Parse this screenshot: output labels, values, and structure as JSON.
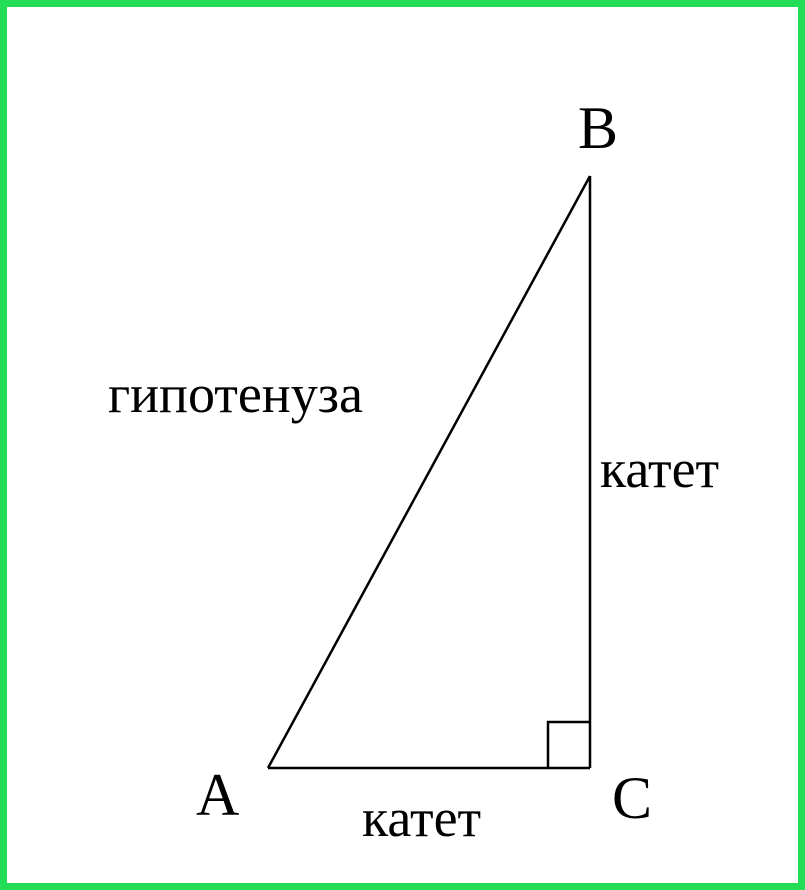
{
  "colors": {
    "border": "#22dd55",
    "stroke": "#000000",
    "background": "#ffffff"
  },
  "vertices": {
    "a": "A",
    "b": "B",
    "c": "C"
  },
  "sides": {
    "hypotenuse": "гипотенуза",
    "leg_vertical": "катет",
    "leg_horizontal": "катет"
  }
}
